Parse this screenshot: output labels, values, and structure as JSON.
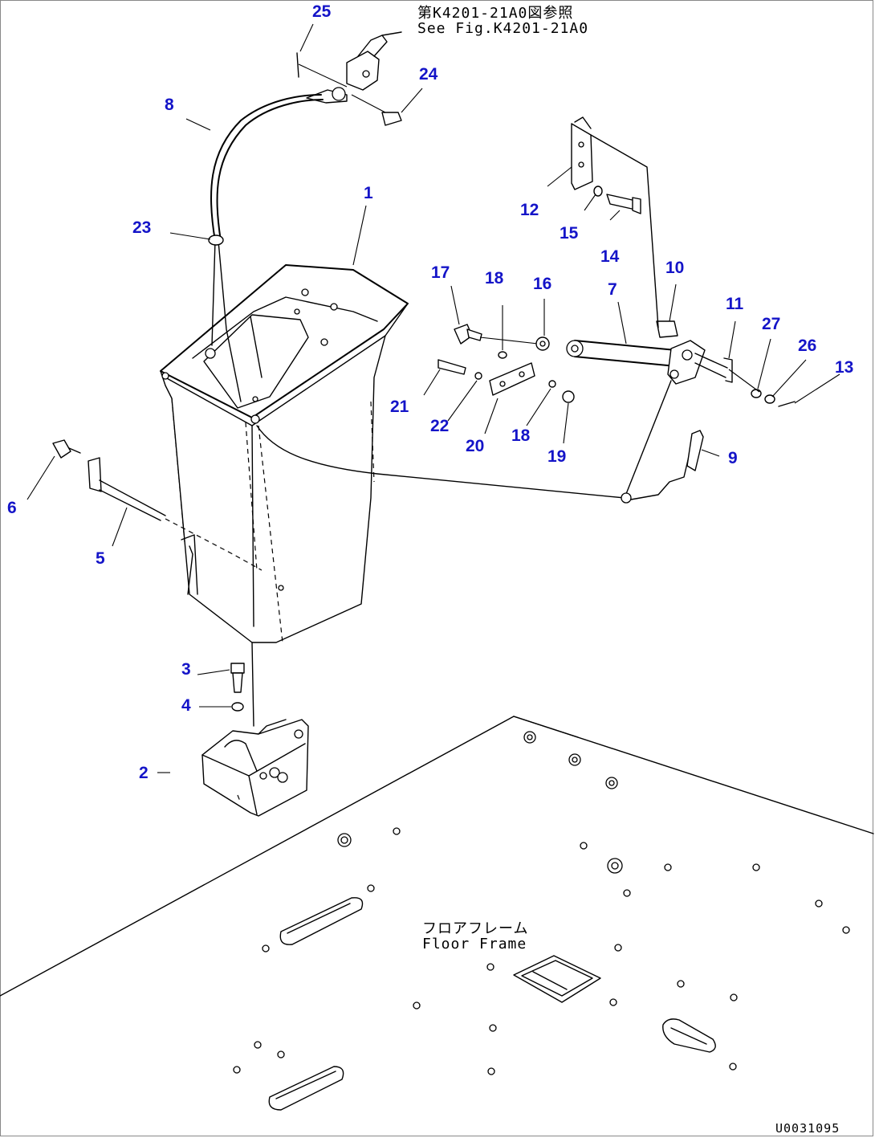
{
  "callouts": [
    {
      "id": "1",
      "label": "1"
    },
    {
      "id": "2",
      "label": "2"
    },
    {
      "id": "3",
      "label": "3"
    },
    {
      "id": "4",
      "label": "4"
    },
    {
      "id": "5",
      "label": "5"
    },
    {
      "id": "6",
      "label": "6"
    },
    {
      "id": "7",
      "label": "7"
    },
    {
      "id": "8",
      "label": "8"
    },
    {
      "id": "9",
      "label": "9"
    },
    {
      "id": "10",
      "label": "10"
    },
    {
      "id": "11",
      "label": "11"
    },
    {
      "id": "12",
      "label": "12"
    },
    {
      "id": "13",
      "label": "13"
    },
    {
      "id": "14",
      "label": "14"
    },
    {
      "id": "15",
      "label": "15"
    },
    {
      "id": "16",
      "label": "16"
    },
    {
      "id": "17",
      "label": "17"
    },
    {
      "id": "18a",
      "label": "18"
    },
    {
      "id": "18b",
      "label": "18"
    },
    {
      "id": "19",
      "label": "19"
    },
    {
      "id": "20",
      "label": "20"
    },
    {
      "id": "21",
      "label": "21"
    },
    {
      "id": "22",
      "label": "22"
    },
    {
      "id": "23",
      "label": "23"
    },
    {
      "id": "24",
      "label": "24"
    },
    {
      "id": "25",
      "label": "25"
    },
    {
      "id": "26",
      "label": "26"
    },
    {
      "id": "27",
      "label": "27"
    }
  ],
  "reference_note": {
    "line1": "第K4201-21A0図参照",
    "line2": "See Fig.K4201-21A0"
  },
  "floor_frame_label": {
    "line1": "フロアフレーム",
    "line2": "Floor Frame"
  },
  "document_id": "U0031095",
  "colors": {
    "callout": "#1414c8",
    "lines": "#000000"
  }
}
